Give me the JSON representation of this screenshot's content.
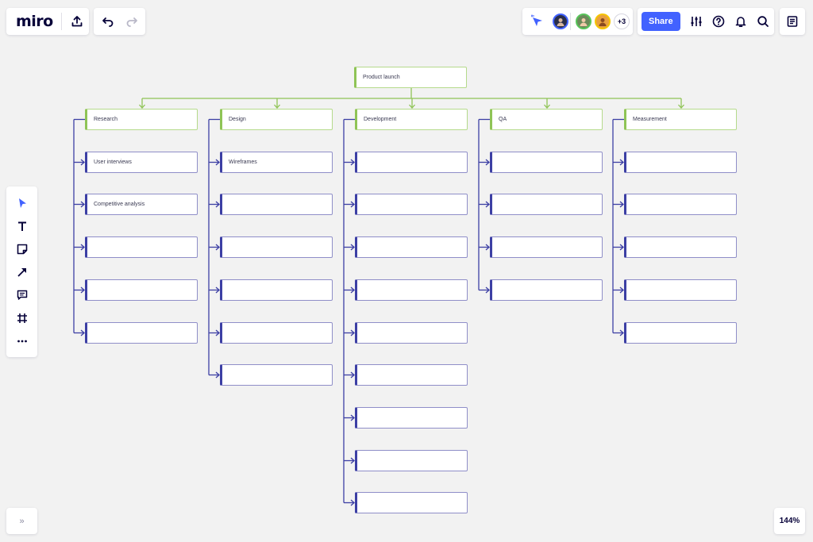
{
  "app": {
    "logo": "miro",
    "share_label": "Share",
    "extra_collaborators": "+3",
    "zoom": "144%",
    "expand_label": "»",
    "accent_color": "#4262ff"
  },
  "board": {
    "root": "Product launch",
    "columns": [
      {
        "title": "Research",
        "items": [
          "User interviews",
          "Competitive analysis",
          "",
          "",
          ""
        ]
      },
      {
        "title": "Design",
        "items": [
          "Wireframes",
          "",
          "",
          "",
          "",
          ""
        ]
      },
      {
        "title": "Development",
        "items": [
          "",
          "",
          "",
          "",
          "",
          "",
          "",
          "",
          ""
        ]
      },
      {
        "title": "QA",
        "items": [
          "",
          "",
          "",
          ""
        ]
      },
      {
        "title": "Measurement",
        "items": [
          "",
          "",
          "",
          "",
          ""
        ]
      }
    ]
  }
}
